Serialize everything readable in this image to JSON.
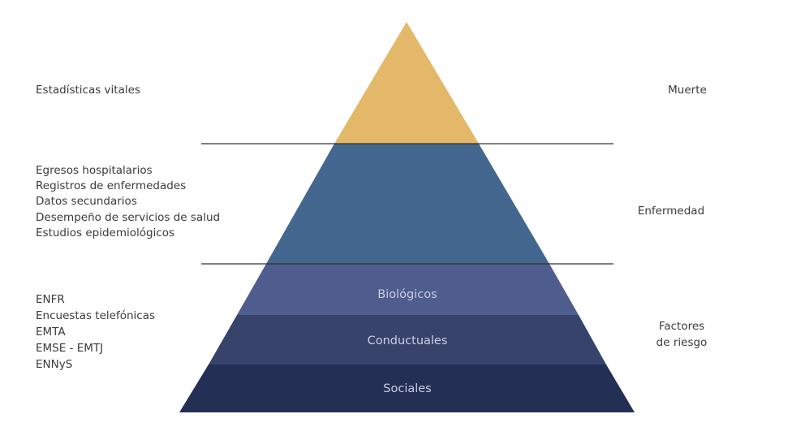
{
  "colors": {
    "muerte": "#e3b868",
    "enfermedad": "#43678e",
    "biologicos": "#4f5c8e",
    "conductuales": "#37436b",
    "sociales": "#232f55",
    "divider": "#333333"
  },
  "left_labels": {
    "muerte": [
      "Estadísticas vitales"
    ],
    "enfermedad": [
      "Egresos hospitalarios",
      "Registros de enfermedades",
      "Datos secundarios",
      "Desempeño de servicios de salud",
      "Estudios epidemiológicos"
    ],
    "factores": [
      "ENFR",
      "Encuestas telefónicas",
      "EMTA",
      "EMSE - EMTJ",
      "ENNyS"
    ]
  },
  "right_labels": {
    "muerte": "Muerte",
    "enfermedad": "Enfermedad",
    "factores": [
      "Factores",
      "de riesgo"
    ]
  },
  "layers": {
    "biologicos": "Biológicos",
    "conductuales": "Conductuales",
    "sociales": "Sociales"
  }
}
